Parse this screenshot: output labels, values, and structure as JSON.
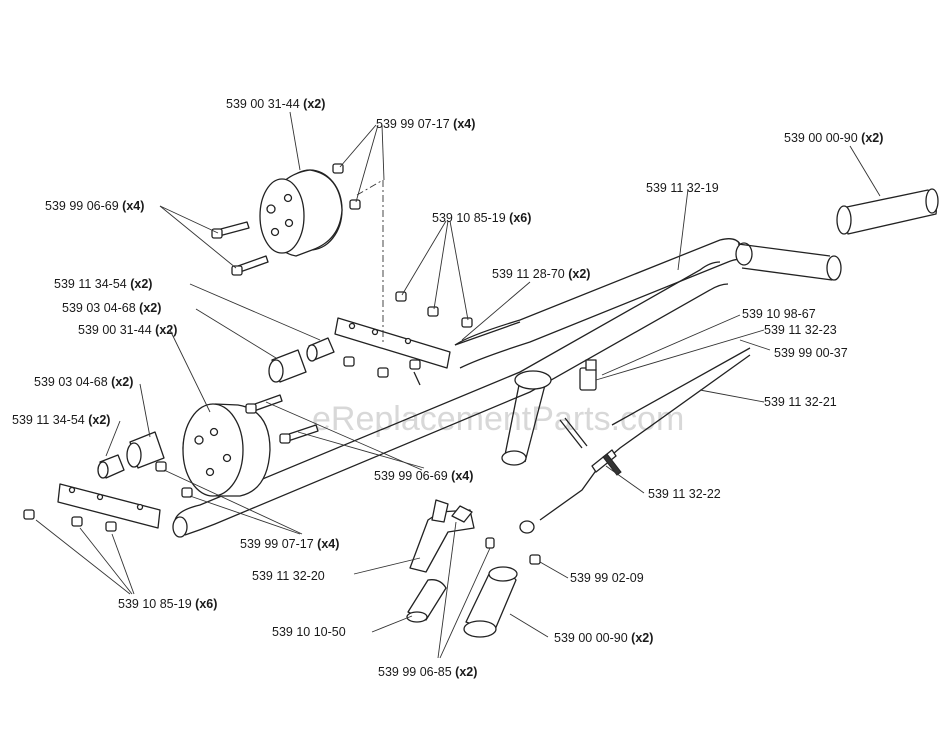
{
  "watermark": "eReplacementParts.com",
  "labels": [
    {
      "part": "539 00 31-44",
      "qty": "(x2)"
    },
    {
      "part": "539 99 07-17",
      "qty": "(x4)"
    },
    {
      "part": "539 99 06-69",
      "qty": "(x4)"
    },
    {
      "part": "539 10 85-19",
      "qty": "(x6)"
    },
    {
      "part": "539 11 28-70",
      "qty": "(x2)"
    },
    {
      "part": "539 11 34-54",
      "qty": "(x2)"
    },
    {
      "part": "539 03 04-68",
      "qty": "(x2)"
    },
    {
      "part": "539 00 31-44",
      "qty": "(x2)"
    },
    {
      "part": "539 03 04-68",
      "qty": "(x2)"
    },
    {
      "part": "539 11 34-54",
      "qty": "(x2)"
    },
    {
      "part": "539 00 00-90",
      "qty": "(x2)"
    },
    {
      "part": "539 11 32-19",
      "qty": ""
    },
    {
      "part": "539 10 98-67",
      "qty": ""
    },
    {
      "part": "539 11 32-23",
      "qty": ""
    },
    {
      "part": "539 99 00-37",
      "qty": ""
    },
    {
      "part": "539 11 32-21",
      "qty": ""
    },
    {
      "part": "539 99 06-69",
      "qty": "(x4)"
    },
    {
      "part": "539 11 32-22",
      "qty": ""
    },
    {
      "part": "539 99 07-17",
      "qty": "(x4)"
    },
    {
      "part": "539 11 32-20",
      "qty": ""
    },
    {
      "part": "539 99 02-09",
      "qty": ""
    },
    {
      "part": "539 10 85-19",
      "qty": "(x6)"
    },
    {
      "part": "539 10 10-50",
      "qty": ""
    },
    {
      "part": "539 00 00-90",
      "qty": "(x2)"
    },
    {
      "part": "539 99 06-85",
      "qty": "(x2)"
    }
  ]
}
